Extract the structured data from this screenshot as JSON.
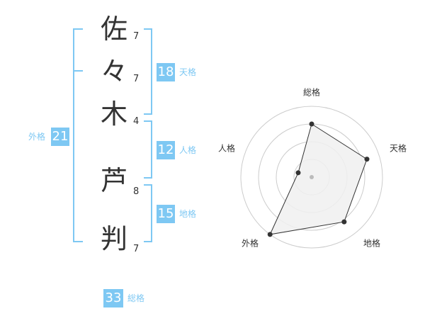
{
  "name": {
    "characters": [
      "佐",
      "々",
      "木",
      "芦",
      "判"
    ],
    "strokes": [
      7,
      7,
      4,
      8,
      7
    ]
  },
  "fortunes": {
    "tenkaku": {
      "label": "天格",
      "value": 18
    },
    "jinkaku": {
      "label": "人格",
      "value": 12
    },
    "chikaku": {
      "label": "地格",
      "value": 15
    },
    "gaikaku": {
      "label": "外格",
      "value": 21
    },
    "soukaku": {
      "label": "総格",
      "value": 33
    }
  },
  "chart_data": {
    "type": "radar",
    "axes": [
      "総格",
      "天格",
      "地格",
      "外格",
      "人格"
    ],
    "values": [
      0.75,
      0.82,
      0.78,
      1.0,
      0.2
    ],
    "range": [
      0,
      1
    ],
    "rings": 4,
    "colors": {
      "fill": "#f0f0f0",
      "line": "#333333",
      "ring": "#cccccc",
      "point": "#333333",
      "center": "#bbbbbb"
    }
  },
  "colors": {
    "accent": "#7ec8f3",
    "text": "#333333"
  }
}
